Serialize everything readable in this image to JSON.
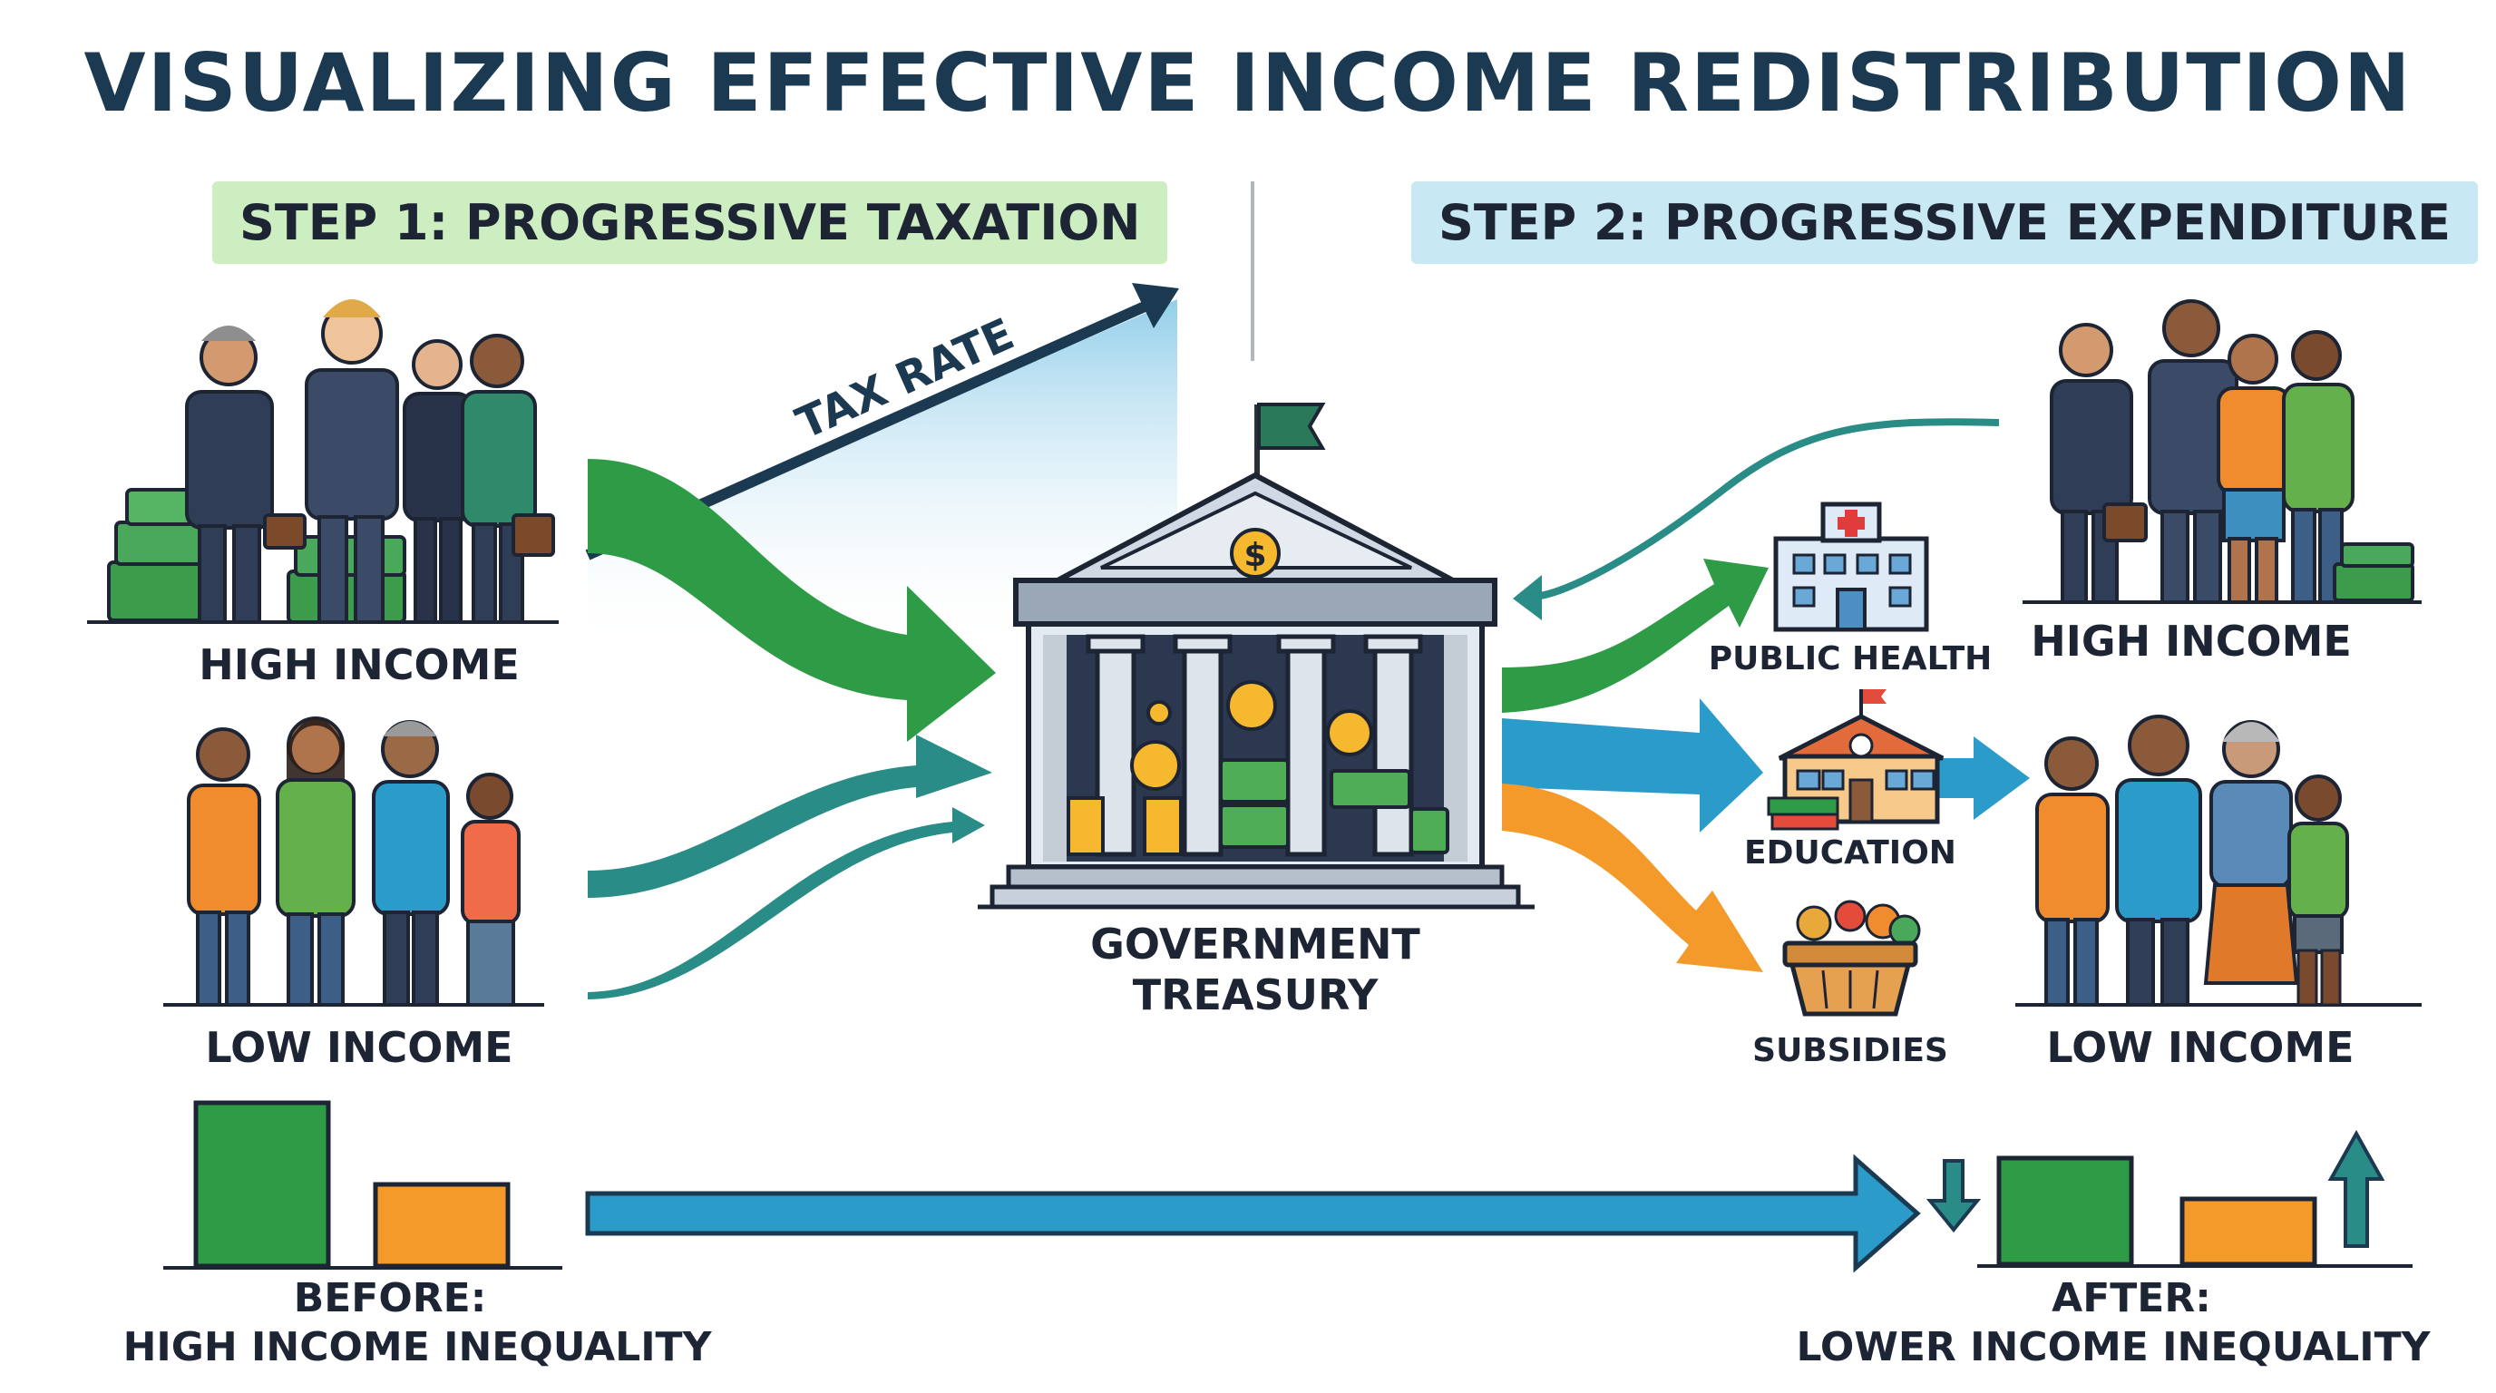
{
  "title": "VISUALIZING EFFECTIVE INCOME REDISTRIBUTION",
  "steps": {
    "step1": "STEP 1: PROGRESSIVE TAXATION",
    "step2": "STEP 2: PROGRESSIVE EXPENDITURE"
  },
  "tax_rate_label": "TAX RATE",
  "treasury": {
    "line1": "GOVERNMENT",
    "line2": "TREASURY"
  },
  "groups": {
    "left_high": "HIGH INCOME",
    "left_low": "LOW INCOME",
    "right_high": "HIGH INCOME",
    "right_low": "LOW INCOME"
  },
  "services": [
    "PUBLIC HEALTH",
    "EDUCATION",
    "SUBSIDIES"
  ],
  "before": {
    "line1": "BEFORE:",
    "line2": "HIGH INCOME INEQUALITY"
  },
  "after": {
    "line1": "AFTER:",
    "line2": "LOWER INCOME INEQUALITY"
  },
  "income_bars": {
    "before": {
      "high": 1.0,
      "low": 0.5
    },
    "after": {
      "high": 0.65,
      "low": 0.4
    }
  },
  "colors": {
    "title": "#1b3a52",
    "high_income": "#2e9b47",
    "low_income": "#f39a2b",
    "blue_flow": "#2b9bc9",
    "teal_flow": "#2a8c86",
    "step1_bg": "#cdeec0",
    "step2_bg": "#c8e8f3"
  },
  "icons": [
    "flag-icon",
    "dollar-coin-icon",
    "hospital-icon",
    "school-icon",
    "grocery-basket-icon",
    "briefcase-icon",
    "cash-stack-icon"
  ]
}
